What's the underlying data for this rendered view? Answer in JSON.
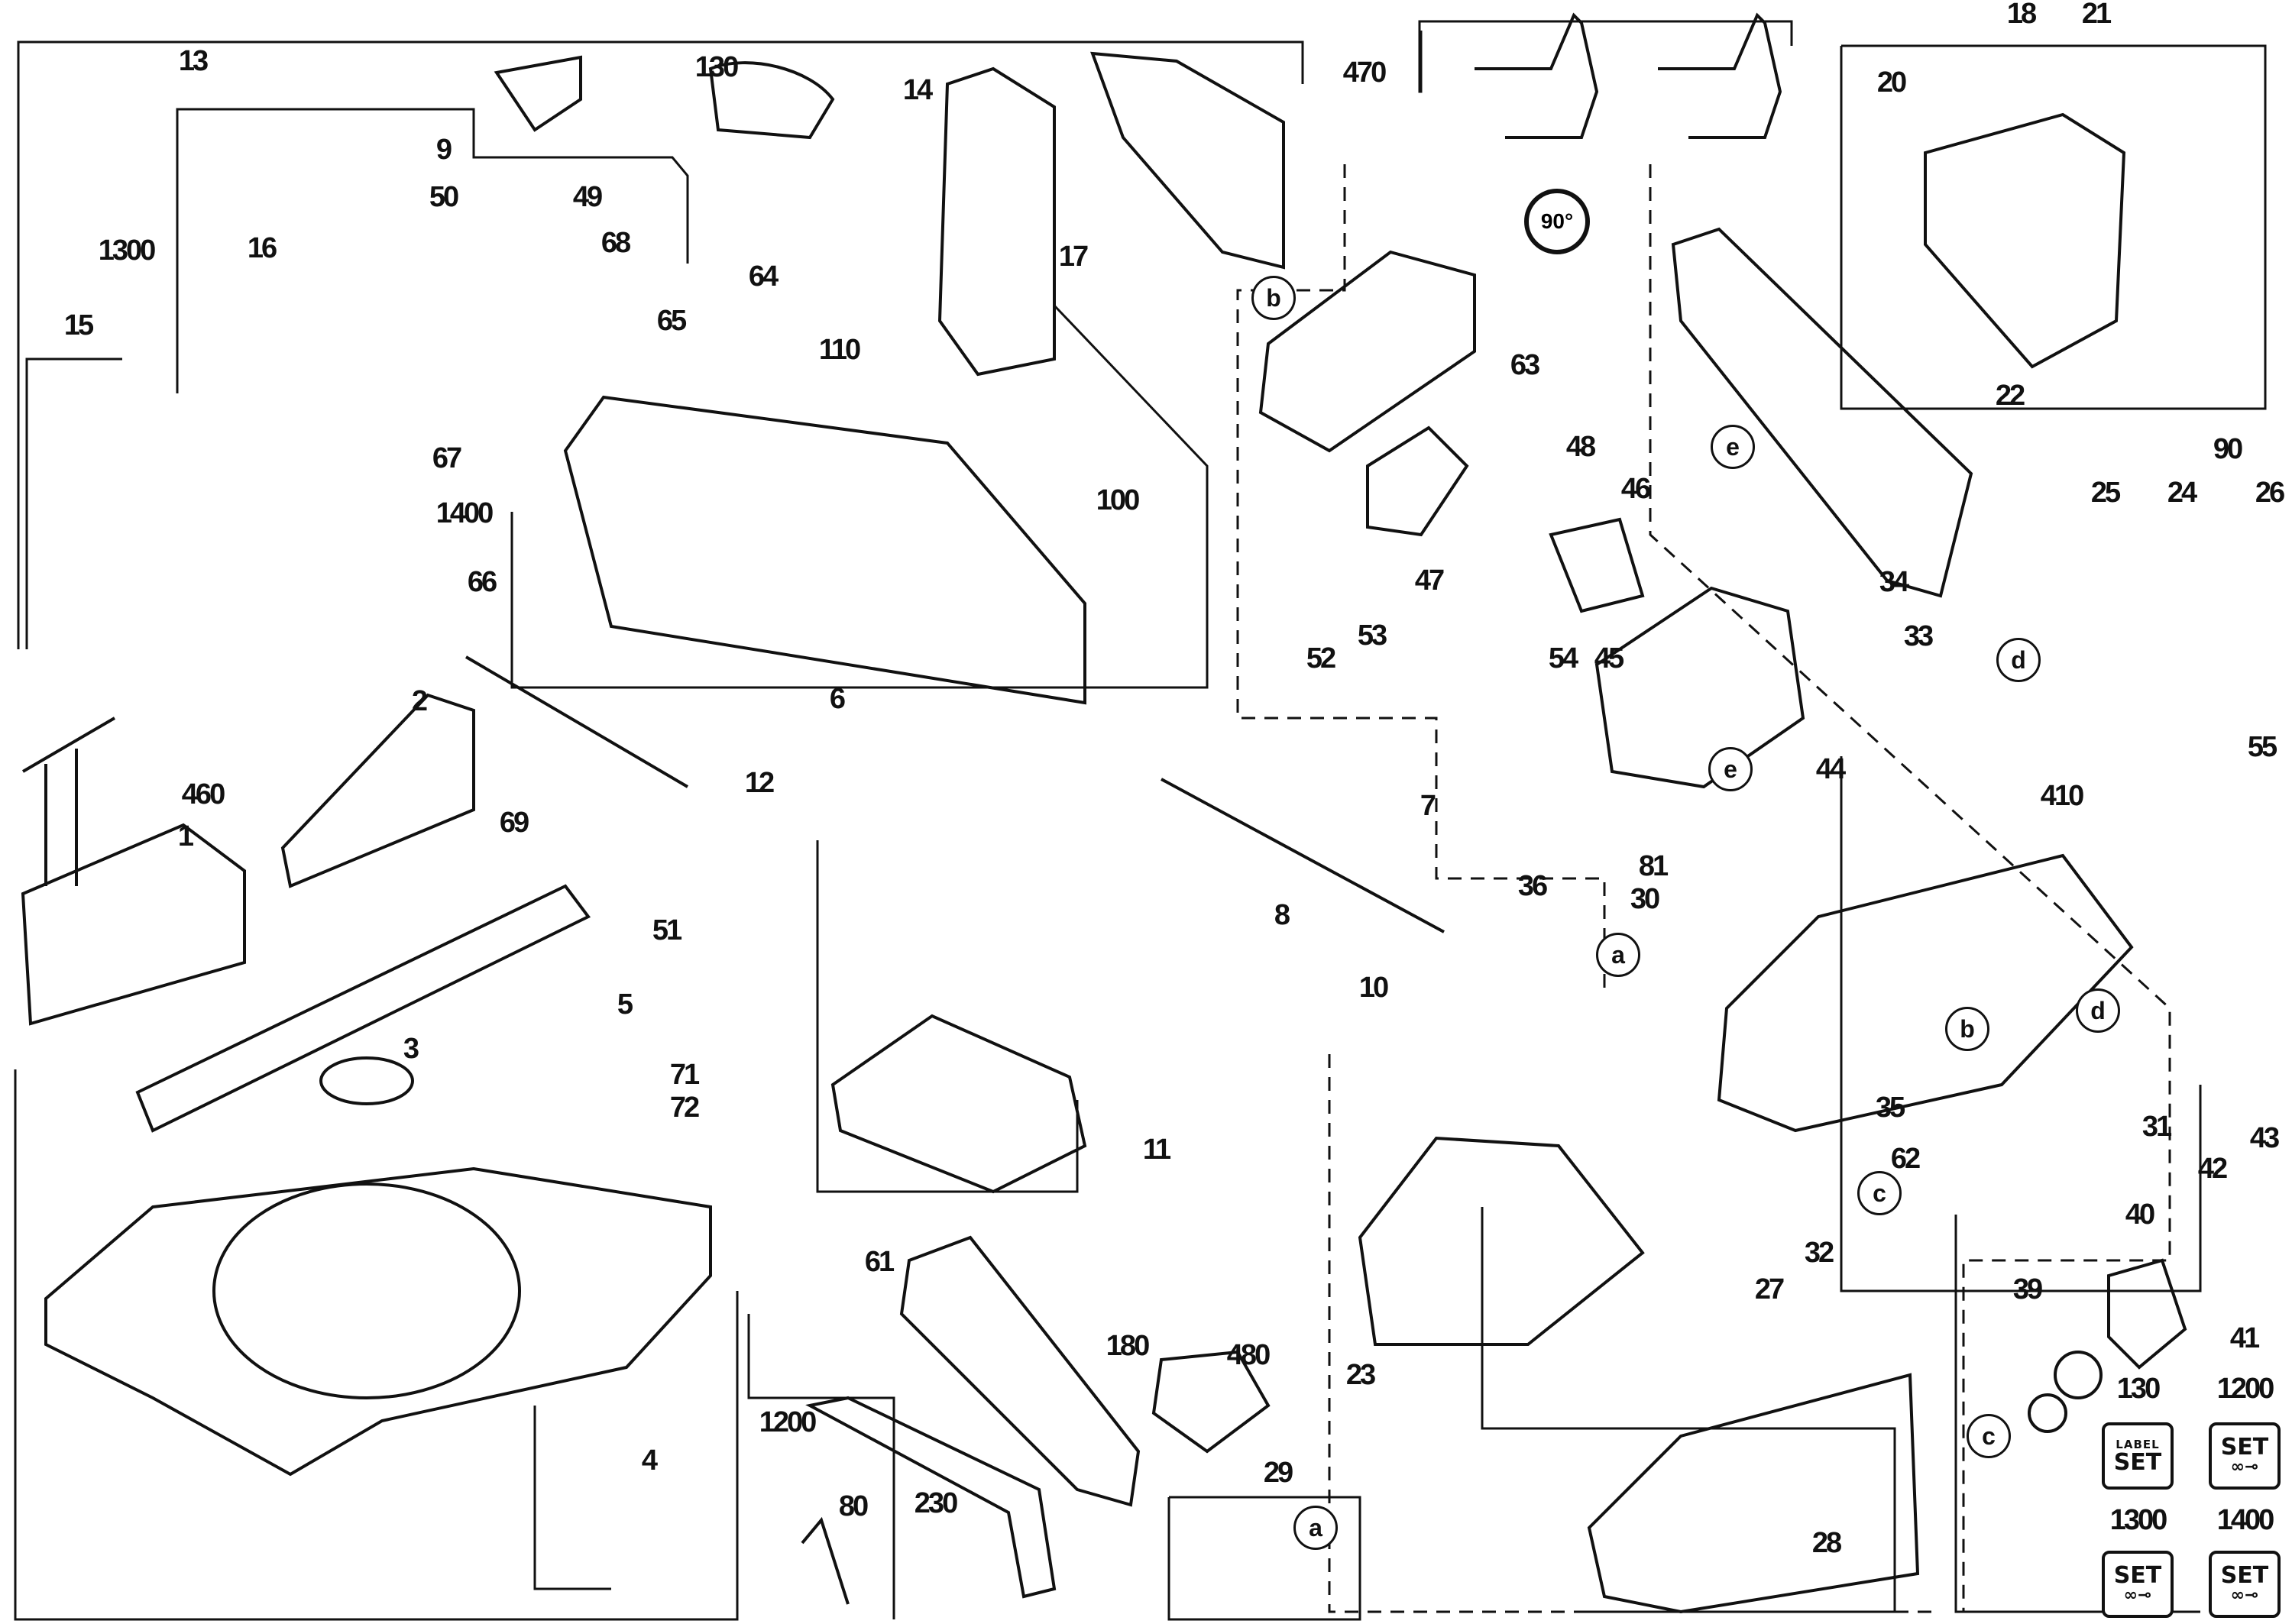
{
  "diagram": {
    "type": "exploded-parts-view",
    "subject": "miter saw",
    "rotation_badge": "90°",
    "part_labels": [
      {
        "id": "13"
      },
      {
        "id": "130"
      },
      {
        "id": "14"
      },
      {
        "id": "470"
      },
      {
        "id": "18"
      },
      {
        "id": "21"
      },
      {
        "id": "20"
      },
      {
        "id": "9"
      },
      {
        "id": "50"
      },
      {
        "id": "49"
      },
      {
        "id": "68"
      },
      {
        "id": "1300"
      },
      {
        "id": "16"
      },
      {
        "id": "64"
      },
      {
        "id": "17"
      },
      {
        "id": "15"
      },
      {
        "id": "65"
      },
      {
        "id": "110"
      },
      {
        "id": "63"
      },
      {
        "id": "22"
      },
      {
        "id": "90"
      },
      {
        "id": "48"
      },
      {
        "id": "46"
      },
      {
        "id": "25"
      },
      {
        "id": "24"
      },
      {
        "id": "26"
      },
      {
        "id": "67"
      },
      {
        "id": "1400"
      },
      {
        "id": "100"
      },
      {
        "id": "47"
      },
      {
        "id": "34"
      },
      {
        "id": "33"
      },
      {
        "id": "66"
      },
      {
        "id": "53"
      },
      {
        "id": "54"
      },
      {
        "id": "45"
      },
      {
        "id": "52"
      },
      {
        "id": "6"
      },
      {
        "id": "2"
      },
      {
        "id": "460"
      },
      {
        "id": "12"
      },
      {
        "id": "44"
      },
      {
        "id": "55"
      },
      {
        "id": "7"
      },
      {
        "id": "410"
      },
      {
        "id": "69"
      },
      {
        "id": "1"
      },
      {
        "id": "36"
      },
      {
        "id": "81"
      },
      {
        "id": "30"
      },
      {
        "id": "51"
      },
      {
        "id": "8"
      },
      {
        "id": "3"
      },
      {
        "id": "5"
      },
      {
        "id": "10"
      },
      {
        "id": "71"
      },
      {
        "id": "72"
      },
      {
        "id": "11"
      },
      {
        "id": "35"
      },
      {
        "id": "31"
      },
      {
        "id": "62"
      },
      {
        "id": "43"
      },
      {
        "id": "42"
      },
      {
        "id": "40"
      },
      {
        "id": "32"
      },
      {
        "id": "61"
      },
      {
        "id": "27"
      },
      {
        "id": "23"
      },
      {
        "id": "180"
      },
      {
        "id": "39"
      },
      {
        "id": "41"
      },
      {
        "id": "1200"
      },
      {
        "id": "480"
      },
      {
        "id": "4"
      },
      {
        "id": "80"
      },
      {
        "id": "230"
      },
      {
        "id": "29"
      },
      {
        "id": "28"
      }
    ],
    "callout_letters": [
      "a",
      "b",
      "c",
      "d",
      "e"
    ],
    "legend_sets": [
      {
        "number": "130",
        "line1": "LABEL",
        "line2": "SET"
      },
      {
        "number": "1200",
        "line1": "",
        "line2": "SET"
      },
      {
        "number": "1300",
        "line1": "",
        "line2": "SET"
      },
      {
        "number": "1400",
        "line1": "",
        "line2": "SET"
      }
    ]
  }
}
